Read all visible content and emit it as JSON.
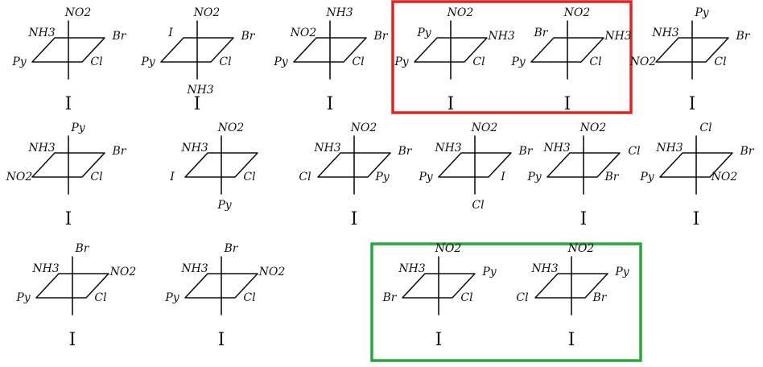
{
  "highlights": {
    "red_color": "#e02424",
    "green_color": "#27a83a"
  },
  "structures": [
    {
      "top": "NO2",
      "left": "NH3",
      "right": "Br",
      "lleft": "Py",
      "lright": "Cl",
      "bottom": "",
      "isomer": "I"
    },
    {
      "top": "NO2",
      "left": "I",
      "right": "Br",
      "lleft": "Py",
      "lright": "Cl",
      "bottom": "NH3",
      "isomer": "I"
    },
    {
      "top": "NH3",
      "left": "NO2",
      "right": "Br",
      "lleft": "Py",
      "lright": "Cl",
      "bottom": "",
      "isomer": "I"
    },
    {
      "top": "NO2",
      "left": "Py",
      "right": "NH3",
      "lleft": "Py",
      "lright": "Cl",
      "bottom": "",
      "isomer": "I"
    },
    {
      "top": "NO2",
      "left": "Br",
      "right": "NH3",
      "lleft": "Py",
      "lright": "Cl",
      "bottom": "",
      "isomer": "I"
    },
    {
      "top": "Py",
      "left": "NH3",
      "right": "Br",
      "lleft": "NO2",
      "lright": "Cl",
      "bottom": "",
      "isomer": "I"
    },
    {
      "top": "Py",
      "left": "NH3",
      "right": "Br",
      "lleft": "NO2",
      "lright": "Cl",
      "bottom": "",
      "isomer": "I"
    },
    {
      "top": "NO2",
      "left": "NH3",
      "right": "",
      "lleft": "I",
      "lright": "Cl",
      "bottom": "Py",
      "isomer": ""
    },
    {
      "top": "NO2",
      "left": "NH3",
      "right": "Br",
      "lleft": "Cl",
      "lright": "Py",
      "bottom": "",
      "isomer": "I"
    },
    {
      "top": "NO2",
      "left": "NH3",
      "right": "Br",
      "lleft": "Py",
      "lright": "I",
      "bottom": "Cl",
      "isomer": ""
    },
    {
      "top": "NO2",
      "left": "NH3",
      "right": "Cl",
      "lleft": "Py",
      "lright": "Br",
      "bottom": "",
      "isomer": "I"
    },
    {
      "top": "Cl",
      "left": "NH3",
      "right": "Br",
      "lleft": "Py",
      "lright": "NO2",
      "bottom": "",
      "isomer": "I"
    },
    {
      "top": "Br",
      "left": "NH3",
      "right": "NO2",
      "lleft": "Py",
      "lright": "Cl",
      "bottom": "",
      "isomer": "I"
    },
    {
      "top": "Br",
      "left": "NH3",
      "right": "NO2",
      "lleft": "Py",
      "lright": "Cl",
      "bottom": "",
      "isomer": "I"
    },
    {
      "top": "NO2",
      "left": "NH3",
      "right": "Py",
      "lleft": "Br",
      "lright": "Cl",
      "bottom": "",
      "isomer": "I"
    },
    {
      "top": "NO2",
      "left": "NH3",
      "right": "Py",
      "lleft": "Cl",
      "lright": "Br",
      "bottom": "",
      "isomer": "I"
    }
  ]
}
